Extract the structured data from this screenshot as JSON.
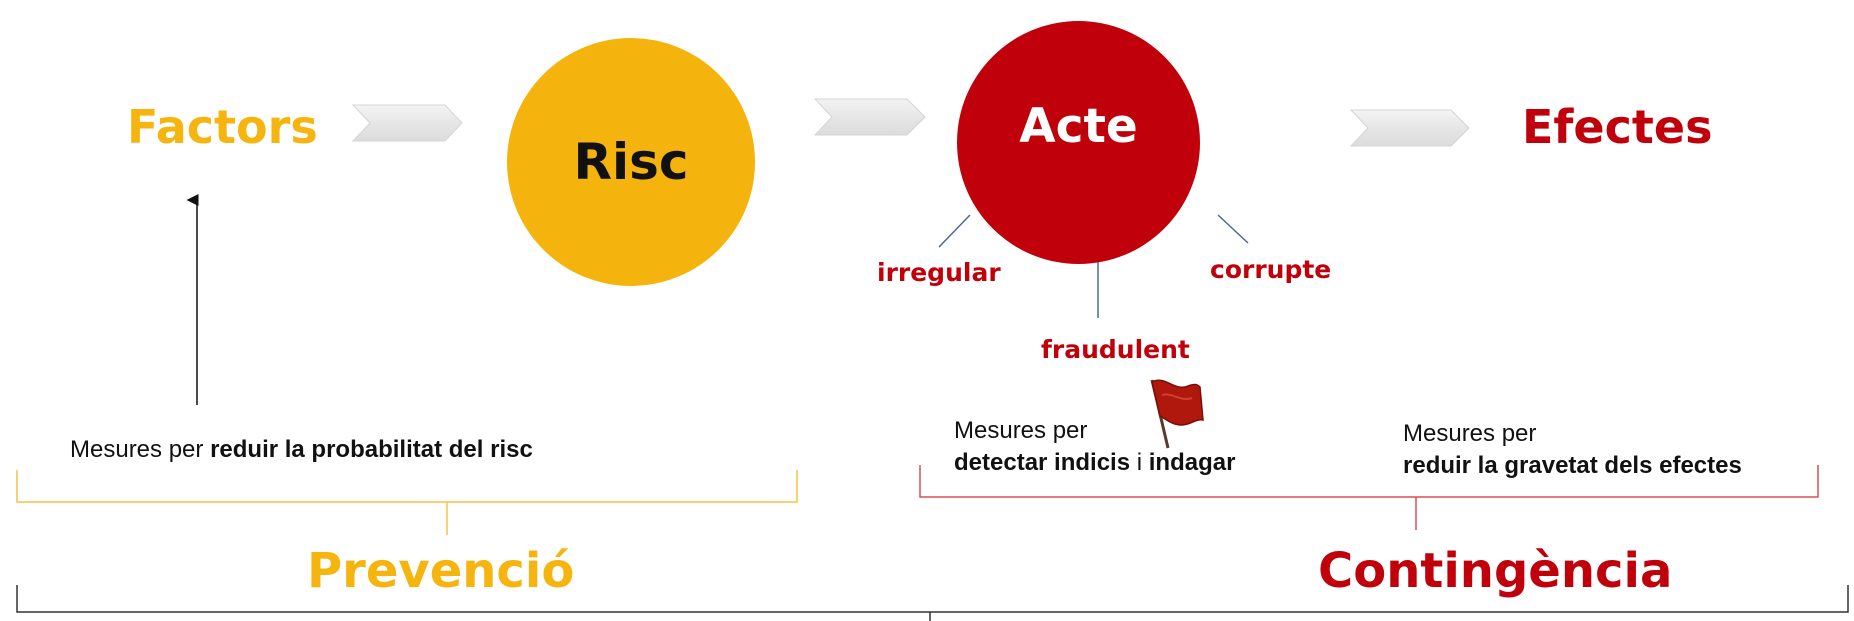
{
  "flow": {
    "factors": "Factors",
    "risc": "Risc",
    "acte": "Acte",
    "efectes": "Efectes"
  },
  "act_types": {
    "irregular": "irregular",
    "corrupte": "corrupte",
    "fraudulent": "fraudulent"
  },
  "measures": {
    "reduce_probability": {
      "prefix": "Mesures per ",
      "bold": "reduir la probabilitat del risc"
    },
    "detect": {
      "line1": "Mesures per",
      "bold1": "detectar indicis",
      "middle": " i ",
      "bold2": "indagar"
    },
    "reduce_severity": {
      "line1": "Mesures per",
      "bold": "reduir la gravetat dels efectes"
    }
  },
  "phases": {
    "prevention": "Prevenció",
    "contingency": "Contingència"
  },
  "colors": {
    "yellow": "#f5b40d",
    "red": "#c0000a",
    "connector_blue": "#4a6a9a"
  }
}
